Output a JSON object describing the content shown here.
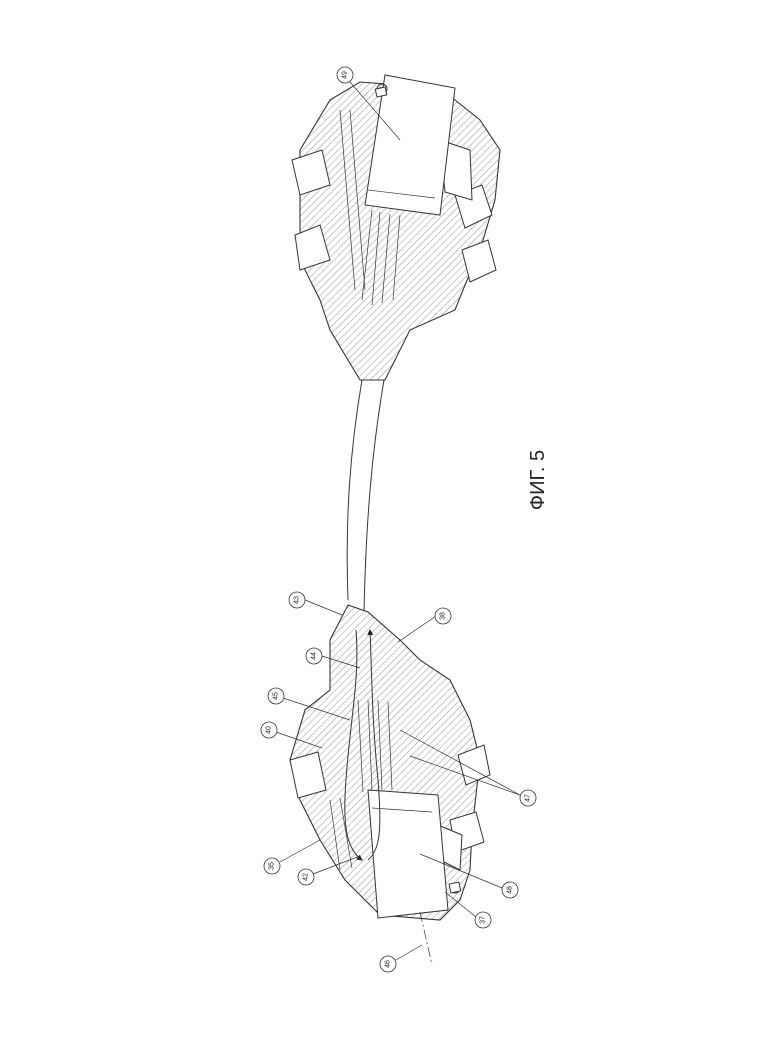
{
  "figure": {
    "caption": "ФИГ. 5",
    "reference_numerals": [
      "49",
      "43",
      "38",
      "44",
      "45",
      "40",
      "47",
      "35",
      "42",
      "48",
      "37",
      "46"
    ]
  }
}
